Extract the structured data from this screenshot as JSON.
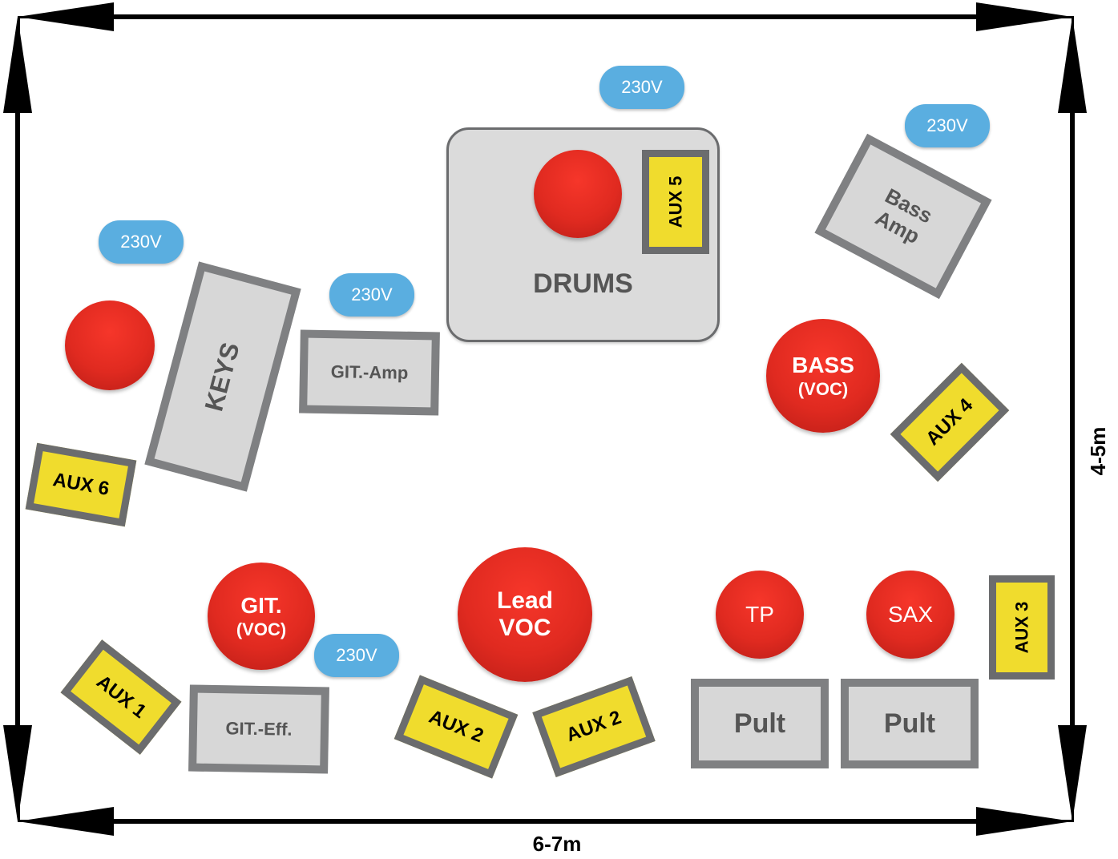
{
  "diagram": {
    "dimensions": {
      "width_label": "6-7m",
      "depth_label": "4-5m"
    },
    "power_outlets": [
      "230V",
      "230V",
      "230V",
      "230V",
      "230V"
    ],
    "drums": {
      "label": "DRUMS"
    },
    "musicians": {
      "bass": {
        "line1": "BASS",
        "line2": "(VOC)"
      },
      "git": {
        "line1": "GIT.",
        "line2": "(VOC)"
      },
      "lead": {
        "line1": "Lead",
        "line2": "VOC"
      },
      "tp": "TP",
      "sax": "SAX"
    },
    "equipment": {
      "keys": "KEYS",
      "git_amp": "GIT.-Amp",
      "bass_amp_line1": "Bass",
      "bass_amp_line2": "Amp",
      "git_eff": "GIT.-Eff.",
      "pult_left": "Pult",
      "pult_right": "Pult"
    },
    "monitors": {
      "aux1": "AUX 1",
      "aux2_left": "AUX 2",
      "aux2_right": "AUX 2",
      "aux3": "AUX 3",
      "aux4": "AUX 4",
      "aux5": "AUX 5",
      "aux6": "AUX 6"
    },
    "colors": {
      "musician_red": "#e02a20",
      "outlet_blue": "#5aaee0",
      "monitor_yellow": "#f0dc2d",
      "equipment_gray": "#d7d7d7",
      "frame_gray": "#7f8082"
    }
  }
}
